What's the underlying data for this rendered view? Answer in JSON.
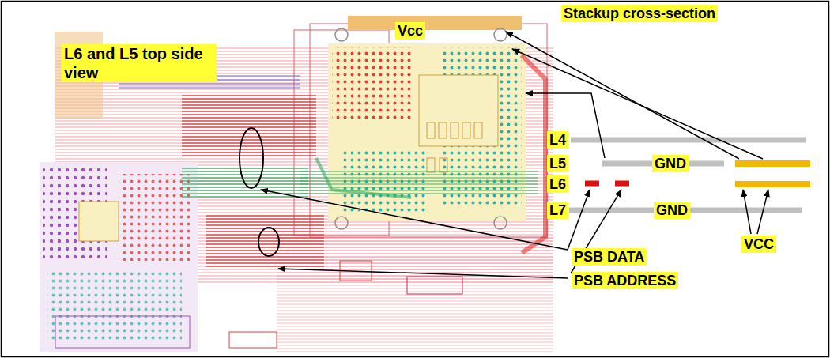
{
  "diagram": {
    "labels": [
      "L6 and L5 top side view",
      "Vcc",
      "Stackup cross-section",
      "L4",
      "L5",
      "GND",
      "L6",
      "L7",
      "GND",
      "VCC",
      "PSB DATA",
      "PSB ADDRESS"
    ]
  }
}
